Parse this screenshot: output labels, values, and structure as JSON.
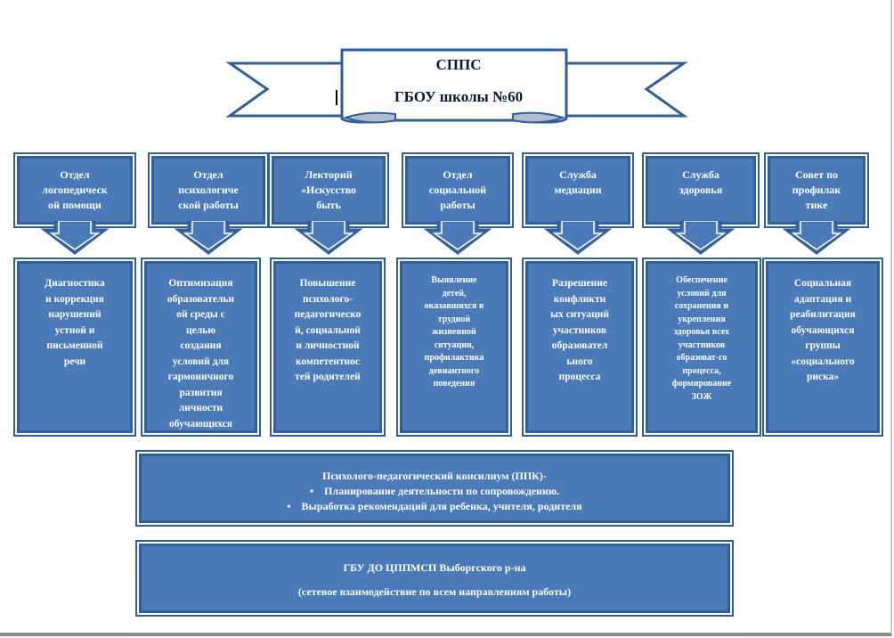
{
  "title": {
    "line1": "СППС",
    "line2": "ГБОУ школы №60"
  },
  "departments": [
    {
      "lines": [
        "Отдел",
        "логопедическ",
        "ой  помощи"
      ]
    },
    {
      "lines": [
        "Отдел",
        "психологиче",
        "ской работы"
      ]
    },
    {
      "lines": [
        "Лекторий",
        "«Искусство",
        "быть"
      ]
    },
    {
      "lines": [
        "Отдел",
        "социальной",
        "работы"
      ]
    },
    {
      "lines": [
        "Служба",
        "медиации"
      ]
    },
    {
      "lines": [
        "Служба",
        "здоровья"
      ]
    },
    {
      "lines": [
        "Совет по",
        "профилак",
        "тике"
      ]
    }
  ],
  "descriptions": [
    {
      "lines": [
        "Диагностика",
        "и коррекция",
        "нарушений",
        "устной и",
        "письменной",
        "речи"
      ]
    },
    {
      "lines": [
        "Оптимизация",
        "образовательн",
        "ой среды с",
        "целью",
        "создания",
        "условий для",
        "гармоничного",
        "развития",
        "личности",
        "обучающихся"
      ]
    },
    {
      "lines": [
        "Повышение",
        "психолого-",
        "педагогическо",
        "й, социальной",
        "и личностной",
        "компетентнос",
        "тей родителей"
      ]
    },
    {
      "lines": [
        "Выявление",
        "детей,",
        "оказавшихся в",
        "трудной",
        "жизненной",
        "ситуации,",
        "профилактика",
        "девиантного",
        "поведения"
      ]
    },
    {
      "lines": [
        "Разрешение",
        "конфликтн",
        "ых ситуаций",
        "участников",
        "образовател",
        "ьного",
        "процесса"
      ]
    },
    {
      "lines": [
        "Обеспечение",
        "условий для",
        "сохранения и",
        "укрепления",
        "здоровья всех",
        "участников",
        "образоват-го",
        "процесса,",
        "формирование",
        "ЗОЖ"
      ]
    },
    {
      "lines": [
        "Социальная",
        "адаптация и",
        "реабилитация",
        "обучающихся",
        "группы",
        "«социального",
        "риска»"
      ]
    }
  ],
  "ppk": {
    "title": "Психолого-педагогический  консилиум (ППК)-",
    "items": [
      "Планирование деятельности  по сопровождению.",
      "Выработка рекомендаций для ребенка, учителя,  родителя"
    ]
  },
  "gbu": {
    "line1": "ГБУ ДО ЦППМСП Выборгского  р-на",
    "line2": "(сетевое взаимодействие по всем направлениям работы)"
  },
  "colors": {
    "box_fill": "#4a7ab8",
    "box_border": "#2f5f9e",
    "ribbon_fill": "#ffffff",
    "text_on_box": "#ffffff"
  }
}
